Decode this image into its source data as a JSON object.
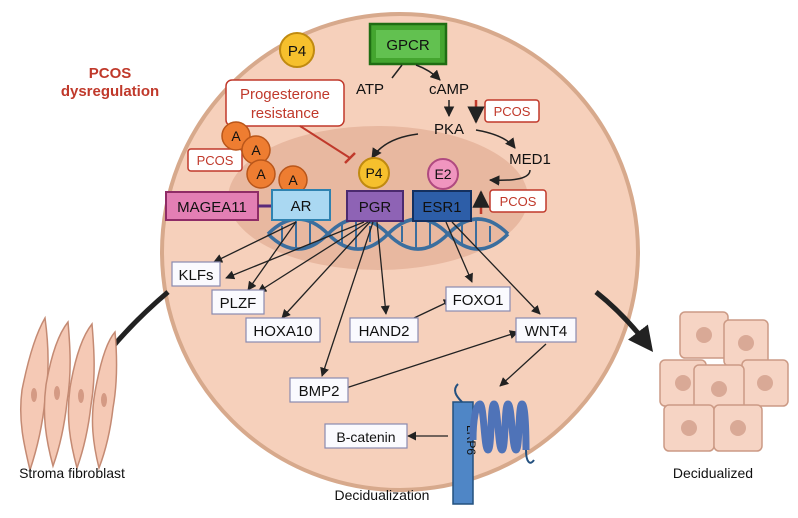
{
  "header": {
    "pcos_title_line1": "PCOS",
    "pcos_title_line2": "dysregulation"
  },
  "labels": {
    "stroma": "Stroma fibroblast",
    "decidualized": "Decidualized",
    "decidualization": "Decidualization",
    "p4_top": "P4",
    "gpcr": "GPCR",
    "atp": "ATP",
    "camp": "cAMP",
    "pka": "PKA",
    "med1": "MED1",
    "resistance_line1": "Progesterone",
    "resistance_line2": "resistance",
    "pcos": "PCOS",
    "androgen": "A",
    "magea11": "MAGEA11",
    "ar": "AR",
    "pgr": "PGR",
    "esr1": "ESR1",
    "p4": "P4",
    "e2": "E2",
    "klfs": "KLFs",
    "plzf": "PLZF",
    "hoxa10": "HOXA10",
    "hand2": "HAND2",
    "foxo1": "FOXO1",
    "wnt4": "WNT4",
    "bmp2": "BMP2",
    "bcatenin": "B-catenin",
    "lrp6": "LRP6"
  },
  "colors": {
    "cell": "#f6d0bb",
    "nucleus": "#e5b19a",
    "pcos_red": "#c0392b",
    "gpcr_green": "#44a52f",
    "p4_yellow": "#f6c02d",
    "androgen_orange": "#ee7d31",
    "magea11_pink": "#e37fb4",
    "ar_blue": "#aad8f2",
    "pgr_purple": "#8e63b5",
    "esr1_blue": "#2d5ea8",
    "e2_pink": "#f095bf",
    "receptor_blue": "#5b7ec1"
  }
}
